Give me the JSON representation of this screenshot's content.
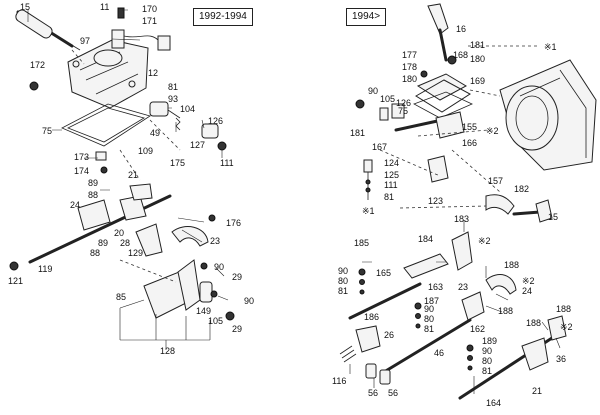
{
  "year_labels": {
    "left": "1992-1994",
    "right": "1994>"
  },
  "part_numbers": {
    "15a": "15",
    "11": "11",
    "170": "170",
    "171": "171",
    "97": "97",
    "172": "172",
    "12": "12",
    "81a": "81",
    "93": "93",
    "104": "104",
    "75a": "75",
    "49": "49",
    "126a": "126",
    "127": "127",
    "109": "109",
    "175": "175",
    "111a": "111",
    "173": "173",
    "174": "174",
    "89a": "89",
    "88a": "88",
    "21a": "21",
    "24a": "24",
    "89b": "89",
    "88b": "88",
    "20": "20",
    "28": "28",
    "23a": "23",
    "176": "176",
    "119": "119",
    "121": "121",
    "129": "129",
    "90a": "90",
    "29a": "29",
    "85": "85",
    "149": "149",
    "90b": "90",
    "105a": "105",
    "29b": "29",
    "128": "128",
    "16": "16",
    "177": "177",
    "178": "178",
    "168": "168",
    "181a": "181",
    "180a": "180",
    "180b": "180",
    "169": "169",
    "90c": "90",
    "105b": "105",
    "126b": "126",
    "75b": "75",
    "181b": "181",
    "155": "155",
    "167": "167",
    "166": "166",
    "124": "124",
    "125": "125",
    "111b": "111",
    "81b": "81",
    "157": "157",
    "182": "182",
    "123": "123",
    "15b": "15",
    "183": "183",
    "184": "184",
    "185": "185",
    "188a": "188",
    "90d": "90",
    "80a": "80",
    "81c": "81",
    "165": "165",
    "163": "163",
    "23b": "23",
    "24b": "24",
    "187": "187",
    "90e": "90",
    "80b": "80",
    "81d": "81",
    "188b": "188",
    "186": "186",
    "26": "26",
    "162": "162",
    "188c": "188",
    "188d": "188",
    "46": "46",
    "189": "189",
    "90f": "90",
    "80c": "80",
    "81e": "81",
    "36": "36",
    "116": "116",
    "56a": "56",
    "56b": "56",
    "21b": "21",
    "164": "164"
  },
  "reference_marks": {
    "star1a": "※1",
    "star1b": "※1",
    "star2a": "※2",
    "star2b": "※2",
    "star2c": "※2",
    "star2d": "※2"
  }
}
